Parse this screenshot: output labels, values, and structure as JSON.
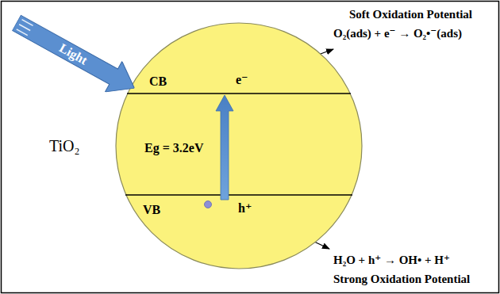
{
  "diagram": {
    "nodes": [
      {
        "text": [
          "CB",
          "e⁻",
          "Eg = 3.2eV",
          "VB",
          "h⁺"
        ]
      },
      {
        "text": [
          "Light"
        ]
      }
    ],
    "labels": [
      "TiO₂",
      "Soft Oxidation Potential",
      "O₂(ads) + e⁻ → O₂•⁻(ads)",
      "H₂O + h⁺ → OH• + H⁺",
      "Strong Oxidation Potential"
    ]
  }
}
